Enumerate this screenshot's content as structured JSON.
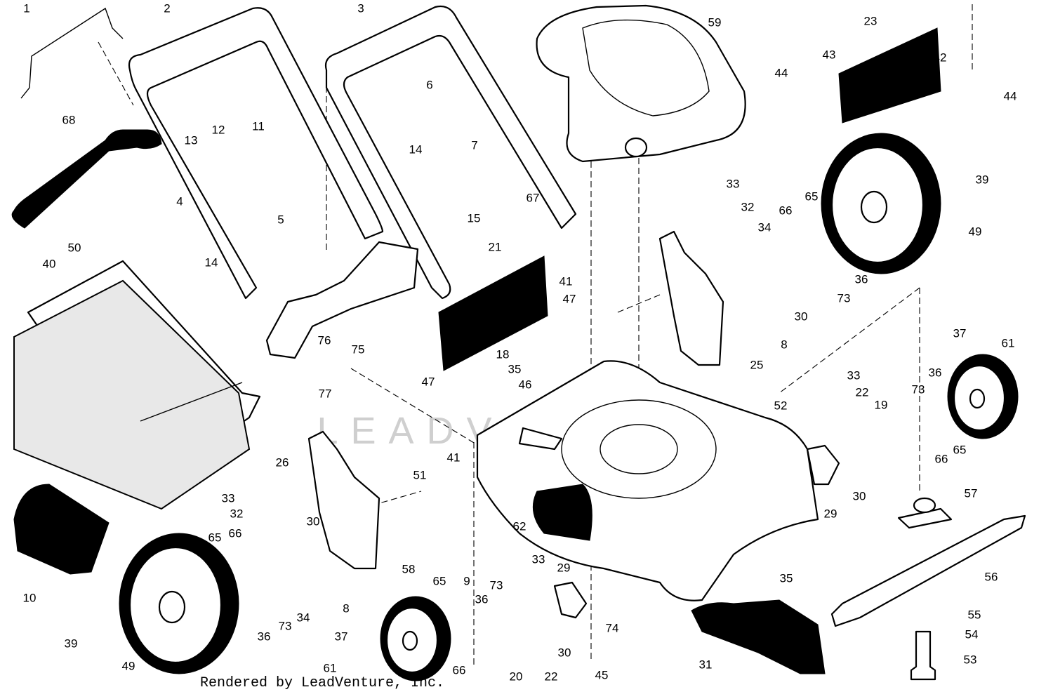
{
  "watermark": "LEADVENTURE",
  "credit": "Rendered by LeadVenture, Inc.",
  "callouts": [
    "1",
    "2",
    "3",
    "4",
    "5",
    "6",
    "7",
    "8",
    "9",
    "10",
    "11",
    "12",
    "13",
    "14",
    "15",
    "18",
    "19",
    "20",
    "21",
    "22",
    "23",
    "25",
    "26",
    "29",
    "30",
    "31",
    "32",
    "33",
    "34",
    "35",
    "36",
    "37",
    "39",
    "40",
    "41",
    "42",
    "43",
    "44",
    "45",
    "46",
    "47",
    "49",
    "50",
    "51",
    "52",
    "53",
    "54",
    "55",
    "56",
    "57",
    "58",
    "59",
    "61",
    "62",
    "65",
    "66",
    "67",
    "68",
    "73",
    "74",
    "75",
    "76",
    "77"
  ]
}
